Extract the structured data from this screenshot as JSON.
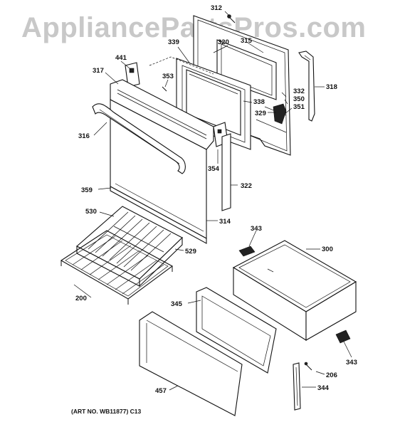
{
  "watermark": "AppliancePartsPros.com",
  "art_no": "(ART NO. WB11877) C13",
  "labels": {
    "l312": "312",
    "l339": "339",
    "l320": "320",
    "l315": "315",
    "l441": "441",
    "l317": "317",
    "l353": "353",
    "l318": "318",
    "l332": "332",
    "l350": "350",
    "l351": "351",
    "l338": "338",
    "l329": "329",
    "l316": "316",
    "l354": "354",
    "l359": "359",
    "l322": "322",
    "l530": "530",
    "l314": "314",
    "l343a": "343",
    "l300": "300",
    "l529": "529",
    "l200": "200",
    "l345": "345",
    "l343b": "343",
    "l206": "206",
    "l457": "457",
    "l344": "344"
  }
}
